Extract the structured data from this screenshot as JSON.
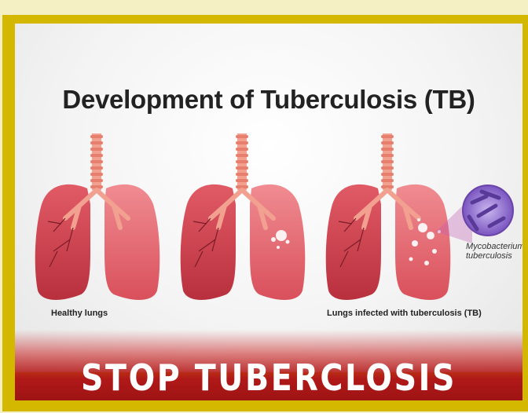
{
  "title": "Development of Tuberculosis (TB)",
  "captions": {
    "healthy": "Healthy lungs",
    "infected": "Lungs infected with tuberculosis (TB)"
  },
  "microbe_label": {
    "line1": "Mycobacterium",
    "line2": "tuberculosis"
  },
  "banner_text": "STOP   TUBERCLOSIS",
  "colors": {
    "frame": "#d4b800",
    "lung": "#d94a55",
    "banner": "#b01818",
    "bacteria": "#8a5cc6"
  }
}
